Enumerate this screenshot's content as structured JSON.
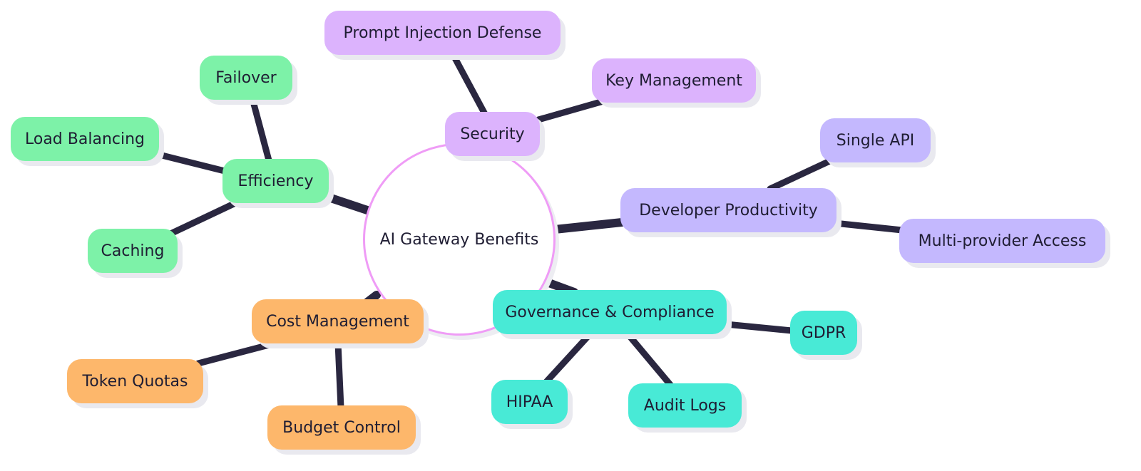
{
  "root": {
    "label": "AI Gateway Benefits"
  },
  "branches": {
    "security": {
      "label": "Security",
      "color": "#dcb3fd",
      "children": {
        "prompt_injection": "Prompt Injection Defense",
        "key_management": "Key Management"
      }
    },
    "efficiency": {
      "label": "Efficiency",
      "color": "#7df2a8",
      "children": {
        "failover": "Failover",
        "load_balancing": "Load Balancing",
        "caching": "Caching"
      }
    },
    "developer": {
      "label": "Developer Productivity",
      "color": "#c4b8fe",
      "children": {
        "single_api": "Single API",
        "multi_provider": "Multi-provider Access"
      }
    },
    "governance": {
      "label": "Governance & Compliance",
      "color": "#48ead6",
      "children": {
        "gdpr": "GDPR",
        "hipaa": "HIPAA",
        "audit_logs": "Audit Logs"
      }
    },
    "cost": {
      "label": "Cost Management",
      "color": "#fdb76b",
      "children": {
        "token_quotas": "Token Quotas",
        "budget_control": "Budget Control"
      }
    }
  },
  "colors": {
    "edge": "#2a2740",
    "root_border": "#ef9cf6",
    "shadow": "#e9e9ef"
  }
}
